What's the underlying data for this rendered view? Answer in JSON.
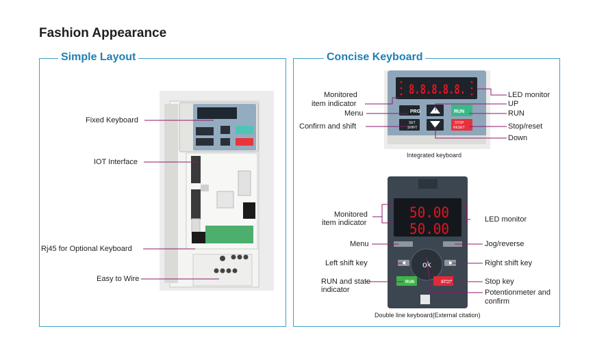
{
  "heading": "Fashion Appearance",
  "left_panel": {
    "title": "Simple Layout",
    "callouts": {
      "fixed_keyboard": "Fixed Keyboard",
      "iot_interface": "IOT Interface",
      "rj45": "Rj45 for Optional Keyboard",
      "easy_to_wire": "Easy to Wire"
    }
  },
  "right_panel": {
    "title": "Concise Keyboard",
    "top_keyboard": {
      "caption": "Integrated keyboard",
      "display": "8.8.8.8.8.",
      "keys": {
        "prg": "PRG",
        "set": "SET",
        "shift": "SHIFT",
        "run": "RUN",
        "stop": "STOP",
        "reset": "RESET"
      },
      "callouts": {
        "monitored_1": "Monitored",
        "monitored_2": "item indicator",
        "menu": "Menu",
        "confirm": "Confirm and shift",
        "led_monitor": "LED monitor",
        "up": "UP",
        "run": "RUN",
        "stop_reset": "Stop/reset",
        "down": "Down"
      }
    },
    "bottom_keyboard": {
      "caption": "Double line keyboard(External citation)",
      "display_top": "50.00",
      "display_bottom": "50.00",
      "keys": {
        "ok": "ok",
        "run": "RUN",
        "stop": "STOP"
      },
      "callouts": {
        "monitored_1": "Monitored",
        "monitored_2": "item indicator",
        "menu": "Menu",
        "left_shift": "Left shift key",
        "run_state_1": "RUN and state",
        "run_state_2": "indicator",
        "led_monitor": "LED monitor",
        "jog_reverse": "Jog/reverse",
        "right_shift": "Right shift key",
        "stop_key": "Stop key",
        "pot_1": "Potentionmeter and",
        "pot_2": "confirm"
      }
    }
  },
  "colors": {
    "accent": "#3aa0c8",
    "leader": "#8b1a6b",
    "led": "#e8141e"
  }
}
